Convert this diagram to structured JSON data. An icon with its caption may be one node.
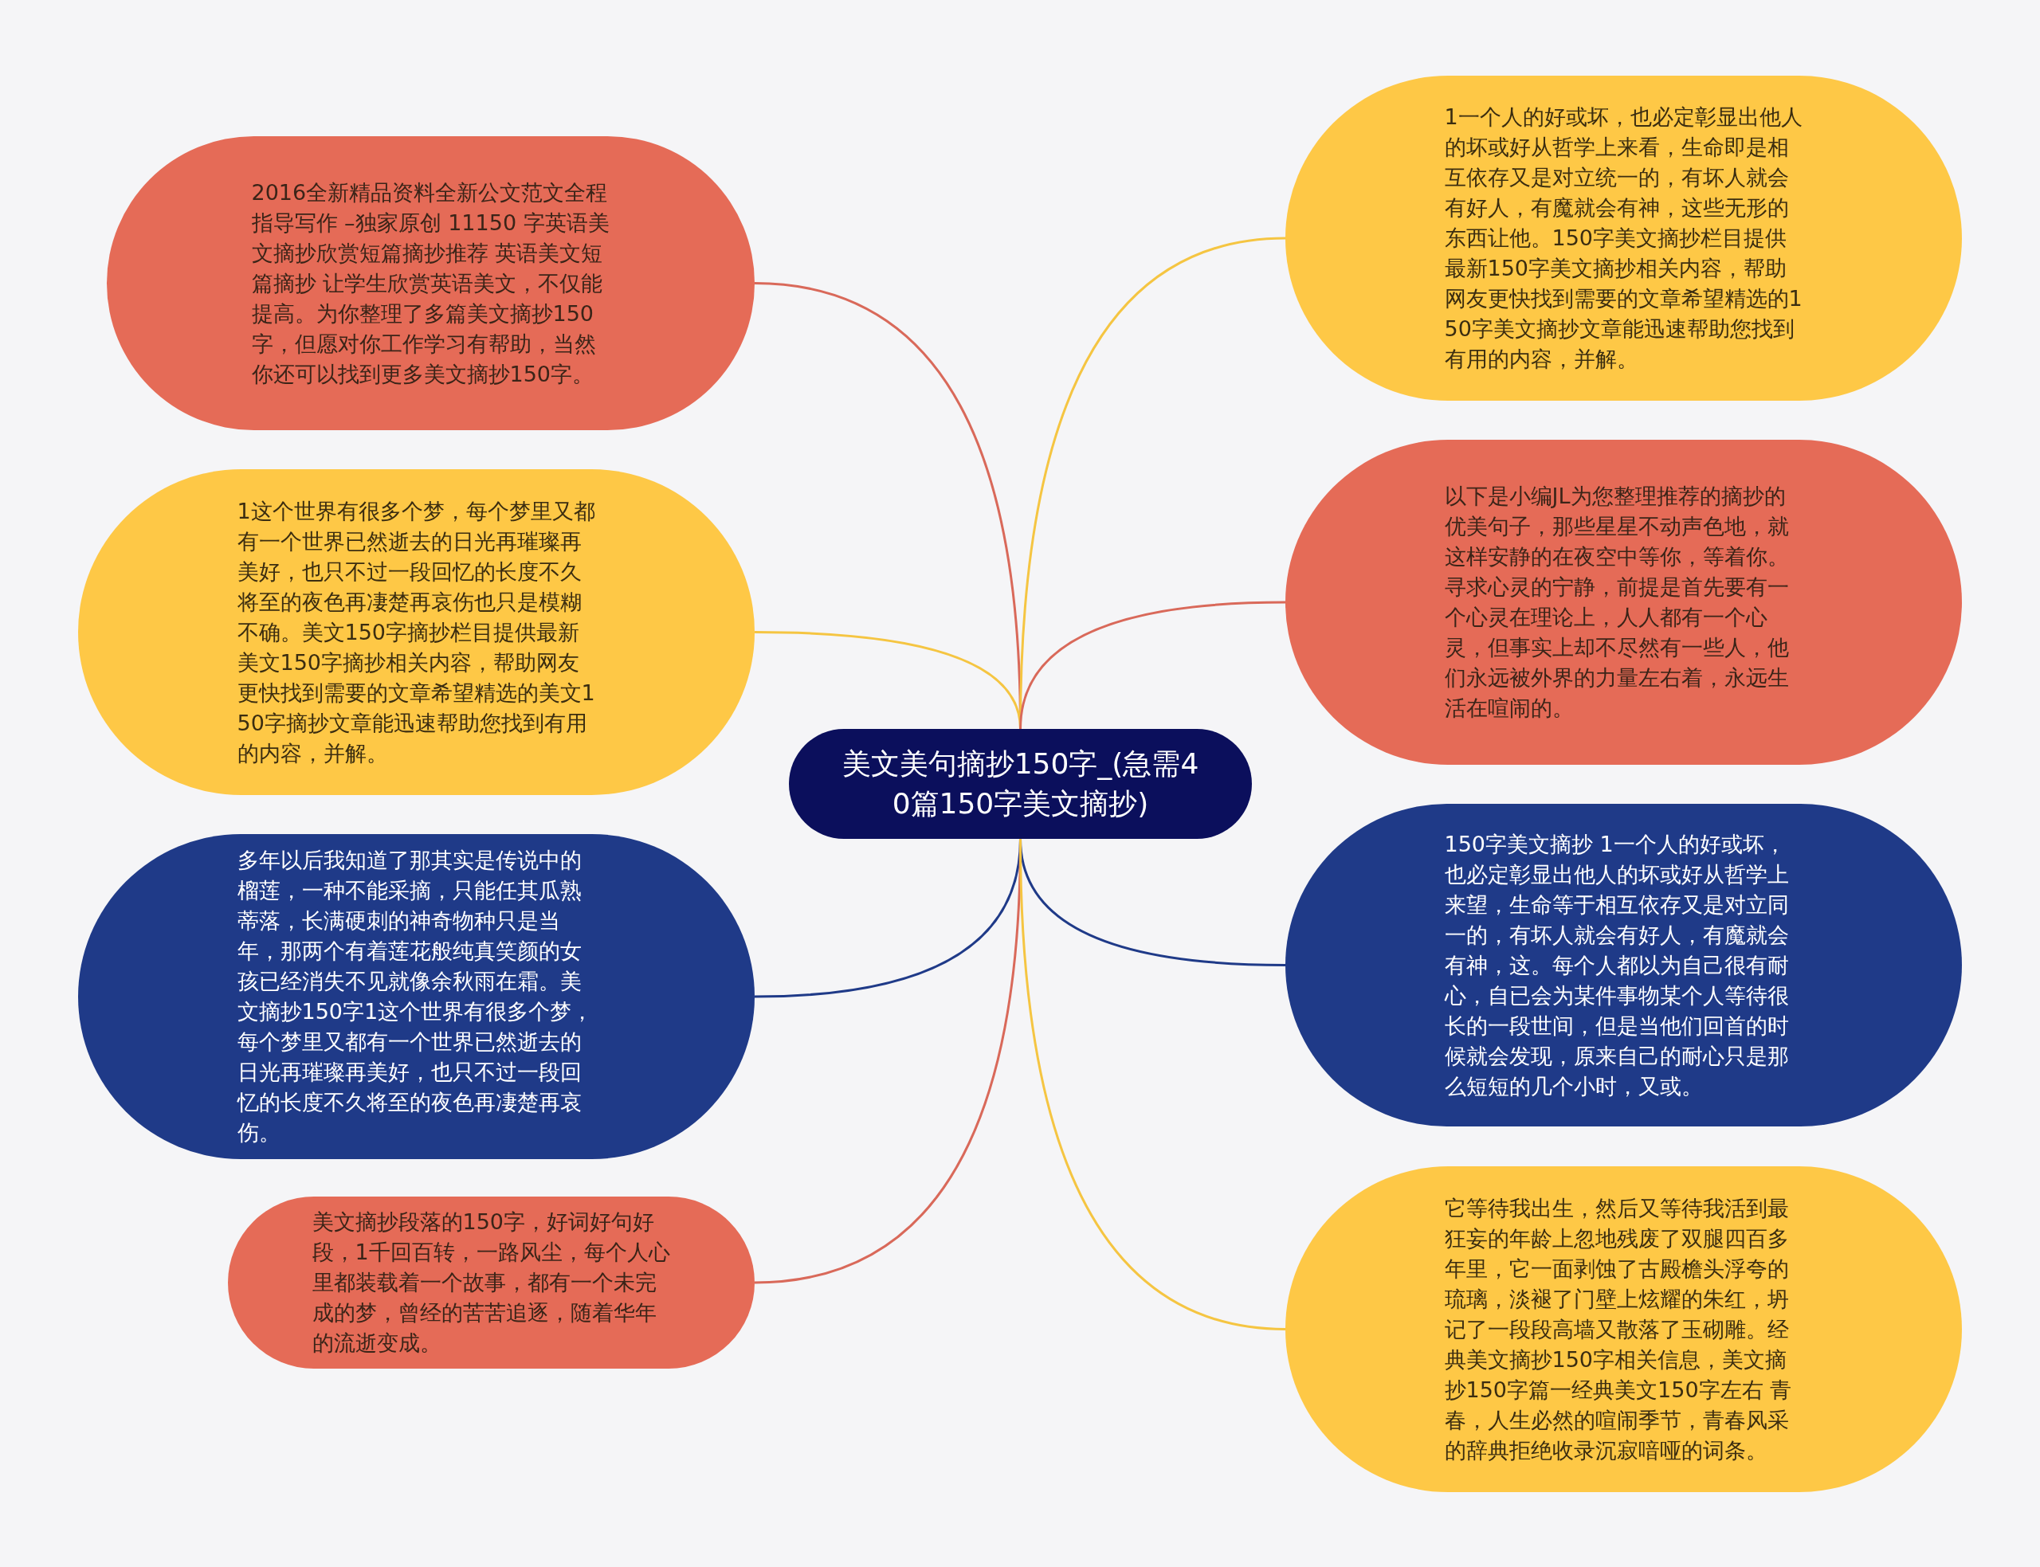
{
  "diagram": {
    "nodes": [
      {
        "text": [
          "美文美句摘抄150字_(急需40篇150字美文摘抄)"
        ]
      },
      {
        "text": [
          "2016全新精品资料全新公文范文全程指导写作 –独家原创 11150 字英语美文摘抄欣赏短篇摘抄推荐 英语美文短篇摘抄 让学生欣赏英语美文，不仅能提高。为你整理了多篇美文摘抄150字，但愿对你工作学习有帮助，当然你还可以找到更多美文摘抄150字。"
        ]
      },
      {
        "text": [
          "1这个世界有很多个梦，每个梦里又都有一个世界已然逝去的日光再璀璨再美好，也只不过一段回忆的长度不久将至的夜色再凄楚再哀伤也只是模糊不确。美文150字摘抄栏目提供最新美文150字摘抄相关内容，帮助网友更快找到需要的文章希望精选的美文150字摘抄文章能迅速帮助您找到有用的内容，并解。"
        ]
      },
      {
        "text": [
          "多年以后我知道了那其实是传说中的榴莲，一种不能采摘，只能任其瓜熟蒂落，长满硬刺的神奇物种只是当年，那两个有着莲花般纯真笑颜的女孩已经消失不见就像余秋雨在霜。美文摘抄150字1这个世界有很多个梦，每个梦里又都有一个世界已然逝去的日光再璀璨再美好，也只不过一段回忆的长度不久将至的夜色再凄楚再哀伤。"
        ]
      },
      {
        "text": [
          "美文摘抄段落的150字，好词好句好段，1千回百转，一路风尘，每个人心里都装载着一个故事，都有一个未完成的梦，曾经的苦苦追逐，随着华年的流逝变成。"
        ]
      },
      {
        "text": [
          "1一个人的好或坏，也必定彰显出他人的坏或好从哲学上来看，生命即是相互依存又是对立统一的，有坏人就会有好人，有魔就会有神，这些无形的东西让他。150字美文摘抄栏目提供最新150字美文摘抄相关内容，帮助网友更快找到需要的文章希望精选的150字美文摘抄文章能迅速帮助您找到有用的内容，并解。"
        ]
      },
      {
        "text": [
          "以下是小编JL为您整理推荐的摘抄的优美句子，那些星星不动声色地，就这样安静的在夜空中等你，等着你。寻求心灵的宁静，前提是首先要有一个心灵在理论上，人人都有一个心灵，但事实上却不尽然有一些人，他们永远被外界的力量左右着，永远生活在喧闹的。"
        ]
      },
      {
        "text": [
          "150字美文摘抄 1一个人的好或坏，也必定彰显出他人的坏或好从哲学上来望，生命等于相互依存又是对立同一的，有坏人就会有好人，有魔就会有神，这。每个人都以为自己很有耐心，自已会为某件事物某个人等待很长的一段世间，但是当他们回首的时候就会发现，原来自己的耐心只是那么短短的几个小时，又或。"
        ]
      },
      {
        "text": [
          "它等待我出生，然后又等待我活到最狂妄的年龄上忽地残废了双腿四百多年里，它一面剥蚀了古殿檐头浮夸的琉璃，淡褪了门壁上炫耀的朱红，坍记了一段段高墙又散落了玉砌雕。经典美文摘抄150字相关信息，美文摘抄150字篇一经典美文150字左右 青春，人生必然的喧闹季节，青春风采的辞典拒绝收录沉寂喑哑的词条。"
        ]
      }
    ],
    "edges": [
      {
        "from": 0,
        "to": 1,
        "arrow": "none",
        "color": "#d9695a"
      },
      {
        "from": 0,
        "to": 2,
        "arrow": "none",
        "color": "#f5c542"
      },
      {
        "from": 0,
        "to": 3,
        "arrow": "none",
        "color": "#1f3a88"
      },
      {
        "from": 0,
        "to": 4,
        "arrow": "none",
        "color": "#d9695a"
      },
      {
        "from": 0,
        "to": 5,
        "arrow": "none",
        "color": "#f5c542"
      },
      {
        "from": 0,
        "to": 6,
        "arrow": "none",
        "color": "#d9695a"
      },
      {
        "from": 0,
        "to": 7,
        "arrow": "none",
        "color": "#1f3a88"
      },
      {
        "from": 0,
        "to": 8,
        "arrow": "none",
        "color": "#f5c542"
      }
    ]
  }
}
